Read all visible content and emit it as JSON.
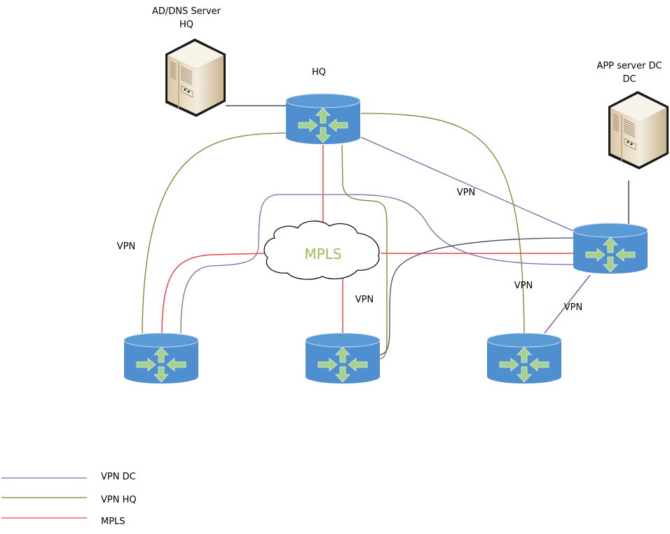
{
  "colors": {
    "vpn_dc": "#7a6aa8",
    "vpn_hq": "#8a7a2a",
    "mpls": "#e8464e",
    "router_fill": "#4f8fd0",
    "router_top": "#5b9bd5",
    "arrow_fill": "#a9d18e",
    "server_body": "#e8dcc4",
    "mpls_text": "#9bbb59"
  },
  "servers": {
    "ad_dns": {
      "title": "AD/DNS Server",
      "subtitle": "HQ",
      "icon": "server-icon"
    },
    "app": {
      "title": "APP server DC",
      "subtitle": "DC",
      "icon": "server-icon"
    }
  },
  "routers": {
    "hq": {
      "label": "HQ",
      "icon": "router-icon"
    },
    "dc": {
      "label": "",
      "icon": "router-icon"
    },
    "branch1": {
      "label": "",
      "icon": "router-icon"
    },
    "branch2": {
      "label": "",
      "icon": "router-icon"
    },
    "branch3": {
      "label": "",
      "icon": "router-icon"
    }
  },
  "cloud": {
    "label": "MPLS",
    "icon": "cloud-icon"
  },
  "link_labels": {
    "hq_dc": "VPN",
    "hq_branch1": "VPN",
    "mpls_branch2": "VPN",
    "hq_branch3": "VPN",
    "dc_branch3": "VPN"
  },
  "legend": [
    {
      "label": "VPN DC",
      "color_key": "vpn_dc"
    },
    {
      "label": "VPN HQ",
      "color_key": "vpn_hq"
    },
    {
      "label": "MPLS",
      "color_key": "mpls"
    }
  ]
}
